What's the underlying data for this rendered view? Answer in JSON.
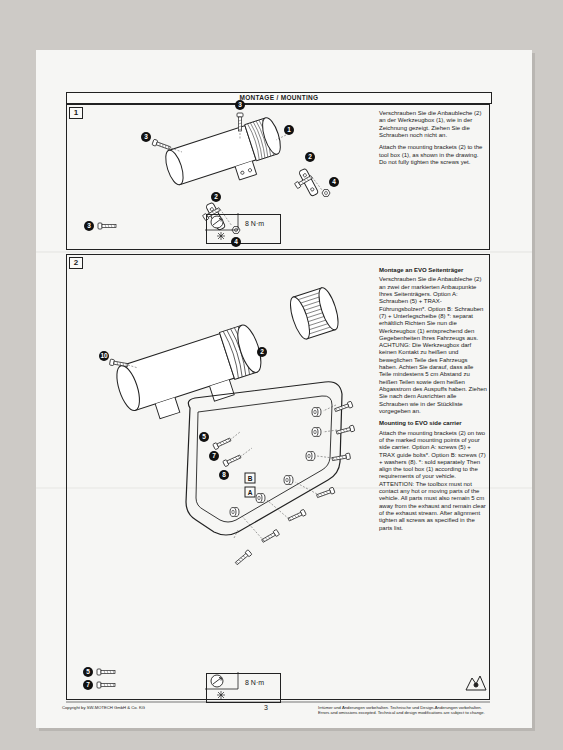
{
  "diagram": {
    "nodes": [
      {
        "text": [
          "MONTAGE / MOUNTING"
        ]
      },
      {
        "text": [
          "Verschrauben Sie die Anbaubleche (2) an der Werkzeugbox (1), wie in der Zeichnung gezeigt. Ziehen Sie die Schrauben noch nicht an.",
          "Attach the mounting brackets (2) to the tool box (1), as shown in the drawing. Do not fully tighten the screws yet."
        ]
      },
      {
        "text": [
          "1"
        ],
        "in": 1
      },
      {
        "text": [
          "8 N·m"
        ],
        "in": 1
      },
      {
        "text": [
          "Montage an EVO Seitenträger",
          "Verschrauben Sie die Anbaubleche (2) an zwei der markierten Anbaupunkte Ihres Seitenträgers. Option A: Schrauben (5) + TRAX-Führungsbolzen*. Option B: Schrauben (7) + Unterlegscheibe (8) *: separat erhältlich Richten Sie nun die Werkzeugbox (1) entsprechend den Gegebenheiten Ihres Fahrzeugs aus. ACHTUNG: Die Werkzeugbox darf keinen Kontakt zu heißen und beweglichen Teile des Fahrzeugs haben. Achten Sie darauf, dass alle Teile mindestens 5 cm Abstand zu heißen Teilen sowie dem heißen Abgasstrom des Auspuffs haben. Ziehen Sie nach dem Ausrichten alle Schrauben wie in der Stückliste vorgegeben an.",
          "Mounting to EVO side carrier",
          "Attach the mounting brackets (2) on two of the marked mounting points of your side carrier. Option A: screws (5) + TRAX guide bolts*. Option B: screws (7) + washers (8). *: sold separately Then align the tool box (1) according to the requirements of your vehicle. ATTENTION: The toolbox must not contact any hot or moving parts of the vehicle. All parts must also remain 5 cm away from the exhaust and remain clear of the exhaust stream. After alignment tighten all screws as specified in the parts list."
        ]
      },
      {
        "text": [
          "2"
        ],
        "in": 4
      },
      {
        "text": [
          "8 N·m"
        ],
        "in": 4
      }
    ],
    "labels": [
      "3",
      "3",
      "1",
      "2",
      "2",
      "4",
      "4",
      "3",
      "10",
      "2",
      "5",
      "7",
      "8",
      "B",
      "A",
      "5",
      "7",
      "Copyright by SW-MOTECH GmbH & Co. KG",
      "3",
      "Irrtümer und Änderungen vorbehalten. Technische und Design-Änderungen vorbehalten. Errors and omissions excepted. Technical and design modifications are subject to change."
    ]
  }
}
